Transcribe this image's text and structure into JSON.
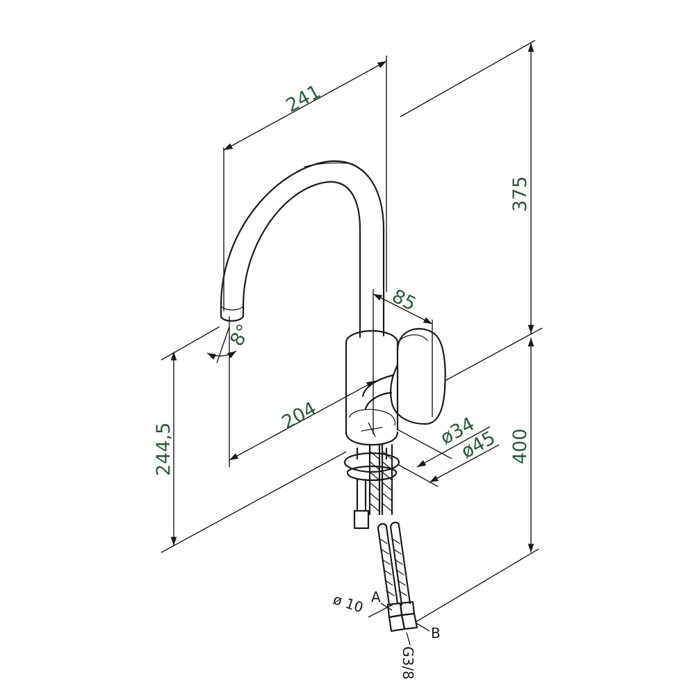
{
  "dimensions": {
    "spout_reach": "241",
    "total_height": "375",
    "lever_offset": "85",
    "spout_angle": "8°",
    "base_to_spout": "204",
    "outlet_height": "244,5",
    "body_diameter": "ø34",
    "base_diameter": "ø45",
    "hose_length": "400",
    "hose_diameter": "ø 10"
  },
  "connection_labels": {
    "a": "A",
    "b": "B",
    "thread": "G3/8"
  },
  "colors": {
    "line": "#1a1a1a",
    "dimension_text": "#2e5a3a"
  }
}
